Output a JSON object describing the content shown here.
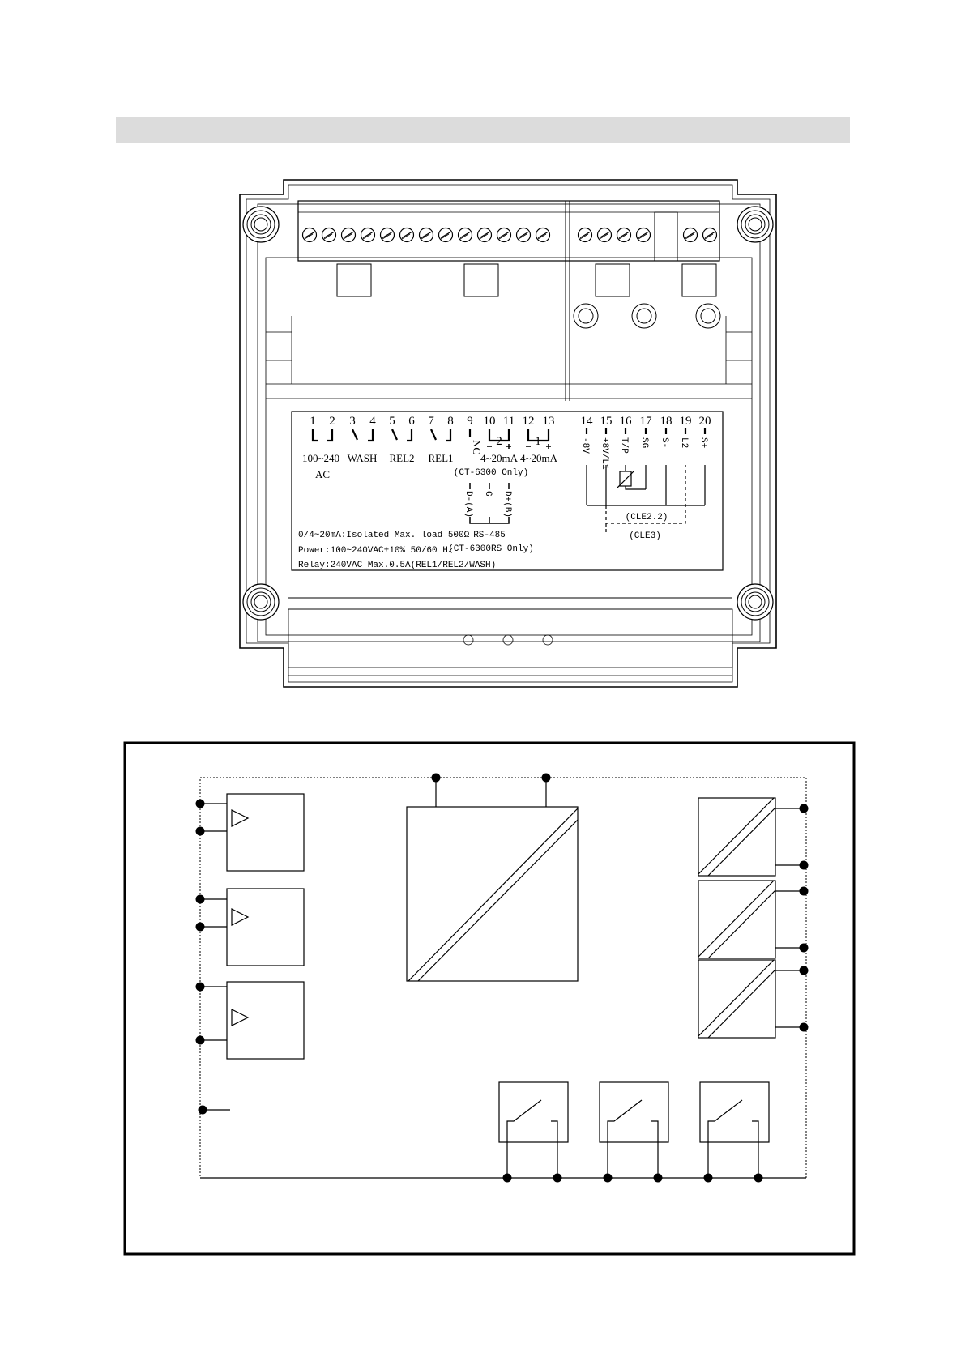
{
  "terminal_panel": {
    "terminals": [
      {
        "n": "1"
      },
      {
        "n": "2"
      },
      {
        "n": "3"
      },
      {
        "n": "4"
      },
      {
        "n": "5"
      },
      {
        "n": "6"
      },
      {
        "n": "7"
      },
      {
        "n": "8"
      },
      {
        "n": "9"
      },
      {
        "n": "10"
      },
      {
        "n": "11"
      },
      {
        "n": "12"
      },
      {
        "n": "13"
      },
      {
        "n": "14"
      },
      {
        "n": "15"
      },
      {
        "n": "16"
      },
      {
        "n": "17"
      },
      {
        "n": "18"
      },
      {
        "n": "19"
      },
      {
        "n": "20"
      }
    ],
    "labels": {
      "power": "100~240",
      "power_ac": "AC",
      "wash": "WASH",
      "rel2": "REL2",
      "rel1": "REL1",
      "nc": "NC",
      "out2": "4~20mA",
      "out1": "4~20mA",
      "out2_num": "2",
      "out1_num": "1",
      "ct6300_only": "(CT-6300 Only)",
      "t14": "-8V",
      "t15": "+8V/L1",
      "t16": "T/P",
      "t17": "SG",
      "t18": "S-",
      "t19": "L2",
      "t20": "S+",
      "cle22": "(CLE2.2)",
      "cle3": "(CLE3)",
      "rs_da": "D-(A)",
      "rs_g": "G",
      "rs_db": "D+(B)",
      "rs485": "RS-485",
      "ct6300rs_only": "(CT-6300RS Only)",
      "note1": "0/4~20mA:Isolated Max. load 500Ω",
      "note2": "Power:100~240VAC±10% 50/60 Hz",
      "note3": "Relay:240VAC Max.0.5A(REL1/REL2/WASH)"
    }
  }
}
